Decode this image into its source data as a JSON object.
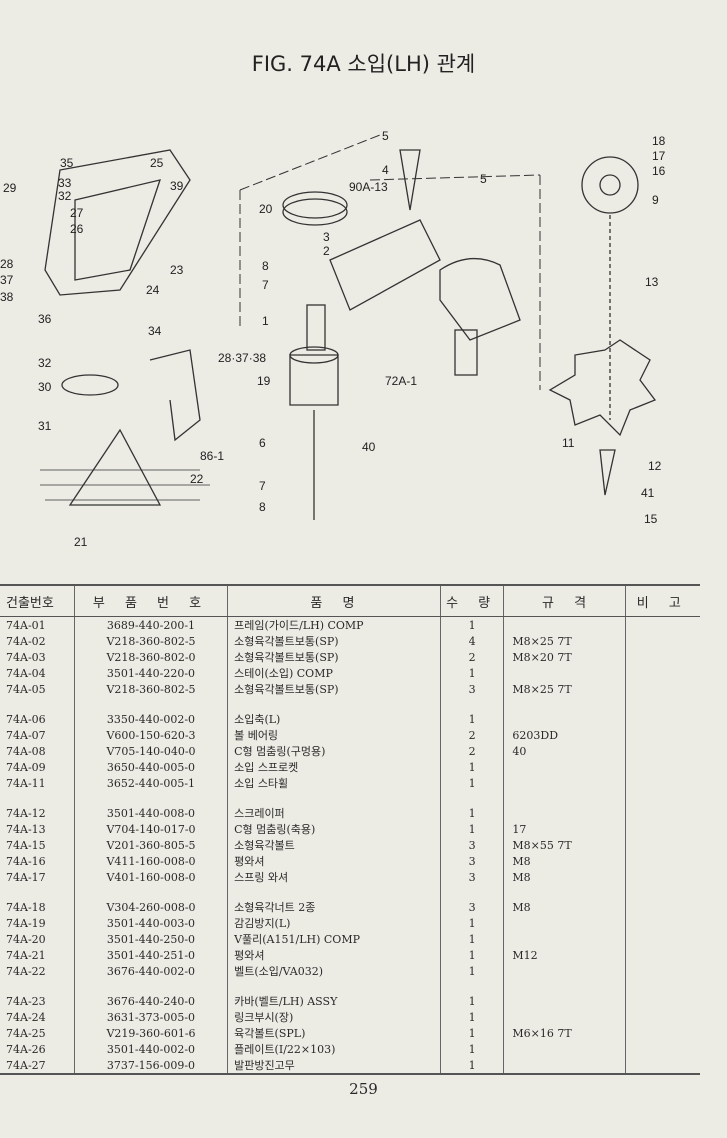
{
  "title": "FIG. 74A 소입(LH) 관계",
  "callouts": [
    "35",
    "25",
    "33",
    "32",
    "39",
    "29",
    "27",
    "26",
    "28",
    "37",
    "38",
    "23",
    "24",
    "36",
    "34",
    "32",
    "30",
    "31",
    "22",
    "21",
    "28·37·38",
    "86-1",
    "20",
    "8",
    "7",
    "1",
    "19",
    "6",
    "40",
    "7",
    "8",
    "5",
    "4",
    "90A-13",
    "5",
    "3",
    "2",
    "72A-1",
    "18",
    "17",
    "16",
    "9",
    "13",
    "11",
    "12",
    "41",
    "15"
  ],
  "table": {
    "headers": [
      "건출번호",
      "부 품 번 호",
      "품 명",
      "수 량",
      "규 격",
      "비 고"
    ],
    "groups": [
      [
        [
          "74A-01",
          "3689-440-200-1",
          "프레임(가이드/LH) COMP",
          "1",
          ""
        ],
        [
          "74A-02",
          "V218-360-802-5",
          "소형육각볼트보통(SP)",
          "4",
          "M8×25 7T"
        ],
        [
          "74A-03",
          "V218-360-802-0",
          "소형육각볼트보통(SP)",
          "2",
          "M8×20 7T"
        ],
        [
          "74A-04",
          "3501-440-220-0",
          "스테이(소입) COMP",
          "1",
          ""
        ],
        [
          "74A-05",
          "V218-360-802-5",
          "소형육각볼트보통(SP)",
          "3",
          "M8×25 7T"
        ]
      ],
      [
        [
          "74A-06",
          "3350-440-002-0",
          "소입축(L)",
          "1",
          ""
        ],
        [
          "74A-07",
          "V600-150-620-3",
          "볼 베어링",
          "2",
          "6203DD"
        ],
        [
          "74A-08",
          "V705-140-040-0",
          "C형 멈춤링(구멍용)",
          "2",
          "40"
        ],
        [
          "74A-09",
          "3650-440-005-0",
          "소입 스프로켓",
          "1",
          ""
        ],
        [
          "74A-11",
          "3652-440-005-1",
          "소입 스타휠",
          "1",
          ""
        ]
      ],
      [
        [
          "74A-12",
          "3501-440-008-0",
          "스크레이퍼",
          "1",
          ""
        ],
        [
          "74A-13",
          "V704-140-017-0",
          "C형 멈춤링(축용)",
          "1",
          "17"
        ],
        [
          "74A-15",
          "V201-360-805-5",
          "소형육각볼트",
          "3",
          "M8×55 7T"
        ],
        [
          "74A-16",
          "V411-160-008-0",
          "평와셔",
          "3",
          "M8"
        ],
        [
          "74A-17",
          "V401-160-008-0",
          "스프링 와셔",
          "3",
          "M8"
        ]
      ],
      [
        [
          "74A-18",
          "V304-260-008-0",
          "소형육각너트 2종",
          "3",
          "M8"
        ],
        [
          "74A-19",
          "3501-440-003-0",
          "감김방지(L)",
          "1",
          ""
        ],
        [
          "74A-20",
          "3501-440-250-0",
          "V풀리(A151/LH) COMP",
          "1",
          ""
        ],
        [
          "74A-21",
          "3501-440-251-0",
          "평와셔",
          "1",
          "M12"
        ],
        [
          "74A-22",
          "3676-440-002-0",
          "벨트(소입/VA032)",
          "1",
          ""
        ]
      ],
      [
        [
          "74A-23",
          "3676-440-240-0",
          "카바(벨트/LH) ASSY",
          "1",
          ""
        ],
        [
          "74A-24",
          "3631-373-005-0",
          "링크부시(장)",
          "1",
          ""
        ],
        [
          "74A-25",
          "V219-360-601-6",
          "육각볼트(SPL)",
          "1",
          "M6×16 7T"
        ],
        [
          "74A-26",
          "3501-440-002-0",
          "플레이트(I/22×103)",
          "1",
          ""
        ],
        [
          "74A-27",
          "3737-156-009-0",
          "발판방진고무",
          "1",
          ""
        ]
      ]
    ]
  },
  "page_number": "259"
}
